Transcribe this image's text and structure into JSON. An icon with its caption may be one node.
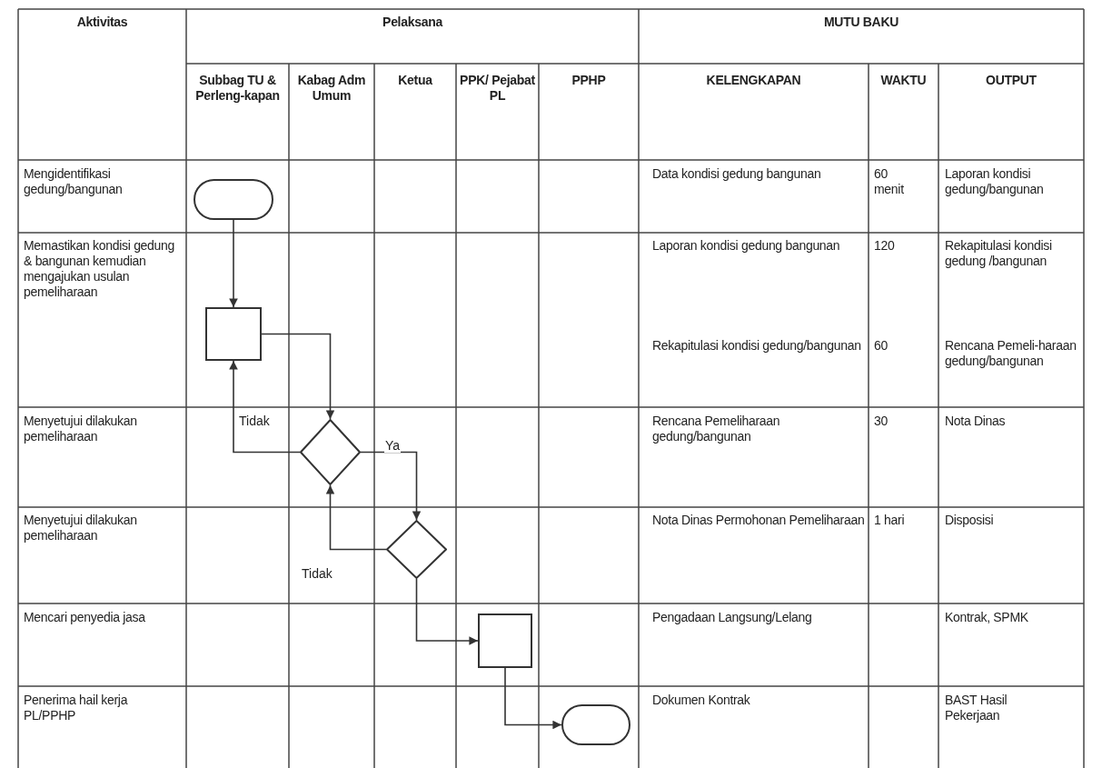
{
  "diagram": {
    "nodes": [
      {
        "text": [],
        "shape": "pill"
      },
      {
        "text": [],
        "shape": "box"
      },
      {
        "text": [],
        "shape": "diamond"
      },
      {
        "text": [],
        "shape": "diamond"
      },
      {
        "text": [],
        "shape": "box"
      },
      {
        "text": [],
        "shape": "pill"
      }
    ],
    "edges": [
      {
        "from": 0,
        "to": 1,
        "arrow": "to"
      },
      {
        "from": 1,
        "to": 2,
        "arrow": "to"
      },
      {
        "from": 2,
        "to": 1,
        "arrow": "to",
        "label": "Tidak"
      },
      {
        "from": 2,
        "to": 3,
        "arrow": "to",
        "label": "Ya"
      },
      {
        "from": 3,
        "to": 2,
        "arrow": "to",
        "label": "Tidak"
      },
      {
        "from": 3,
        "to": 4,
        "arrow": "to"
      },
      {
        "from": 4,
        "to": 5,
        "arrow": "to"
      }
    ],
    "labels": [
      "Aktivitas",
      "Pelaksana",
      "MUTU BAKU",
      "Subbag TU & Perleng-kapan",
      "Kabag Adm Umum",
      "Ketua",
      "PPK/ Pejabat PL",
      "PPHP",
      "KELENGKAPAN",
      "WAKTU",
      "OUTPUT",
      "Mengidentifikasi gedung/bangunan",
      "Data kondisi gedung bangunan",
      "60 menit",
      "Laporan kondisi gedung/bangunan",
      "Memastikan kondisi gedung & bangunan kemudian mengajukan usulan pemeliharaan",
      "Laporan kondisi gedung bangunan",
      "120",
      "Rekapitulasi kondisi gedung /bangunan",
      "Rekapitulasi kondisi gedung/bangunan",
      "60",
      "Rencana Pemeli-haraan gedung/bangunan",
      "Menyetujui dilakukan pemeliharaan",
      "Rencana Pemeliharaan gedung/bangunan",
      "30",
      "Nota Dinas",
      "Menyetujui dilakukan pemeliharaan",
      "Nota Dinas Permohonan Pemeliharaan",
      "1 hari",
      "Disposisi",
      "Mencari penyedia jasa",
      "Pengadaan Langsung/Lelang",
      "Kontrak, SPMK",
      "Penerima hail kerja PL/PPHP",
      "Dokumen Kontrak",
      "BAST Hasil Pekerjaan"
    ]
  }
}
